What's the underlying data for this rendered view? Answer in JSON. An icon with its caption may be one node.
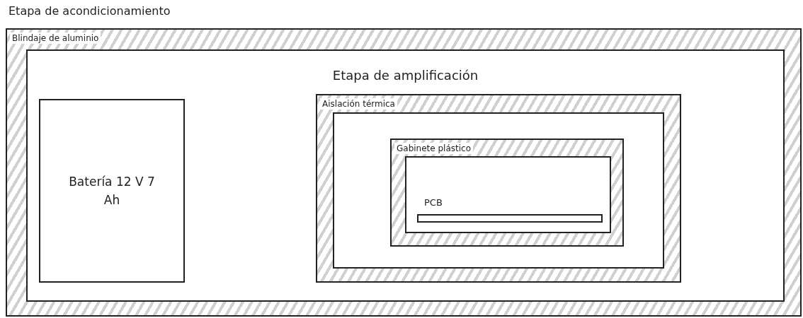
{
  "diagram": {
    "title": "Etapa de acondicionamiento",
    "nodes": [
      {
        "text": [
          "Blindaje de aluminio"
        ]
      },
      {
        "text": [
          "Etapa de amplificación"
        ],
        "in": 0
      },
      {
        "text": [
          "Batería 12 V 7 Ah"
        ],
        "in": 1
      },
      {
        "text": [
          "Aislación térmica"
        ],
        "in": 1
      },
      {
        "text": [],
        "shape": "box",
        "in": 3
      },
      {
        "text": [
          "Gabinete plástico"
        ],
        "in": 4
      },
      {
        "text": [],
        "shape": "box",
        "in": 5
      },
      {
        "text": [
          "PCB"
        ],
        "in": 6
      }
    ]
  }
}
